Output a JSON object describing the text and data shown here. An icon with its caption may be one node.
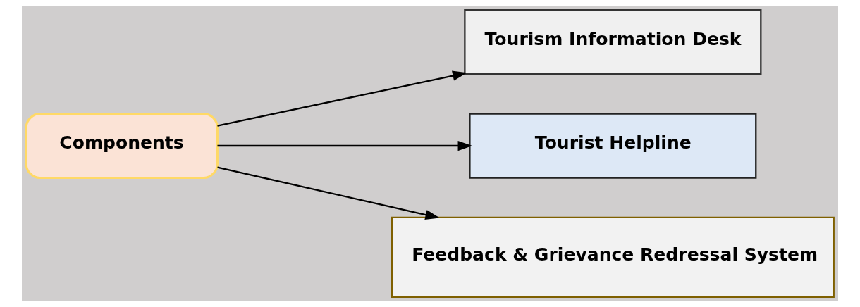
{
  "diagram": {
    "nodes": [
      {
        "text": [
          "Components"
        ]
      },
      {
        "text": [
          "Tourism Information Desk"
        ]
      },
      {
        "text": [
          "Tourist Helpline"
        ]
      },
      {
        "text": [
          "Feedback & Grievance Redressal System"
        ]
      }
    ],
    "edges": [
      {
        "from": 0,
        "to": 1,
        "arrow": "to"
      },
      {
        "from": 0,
        "to": 2,
        "arrow": "to"
      },
      {
        "from": 0,
        "to": 3,
        "arrow": "to"
      }
    ]
  }
}
